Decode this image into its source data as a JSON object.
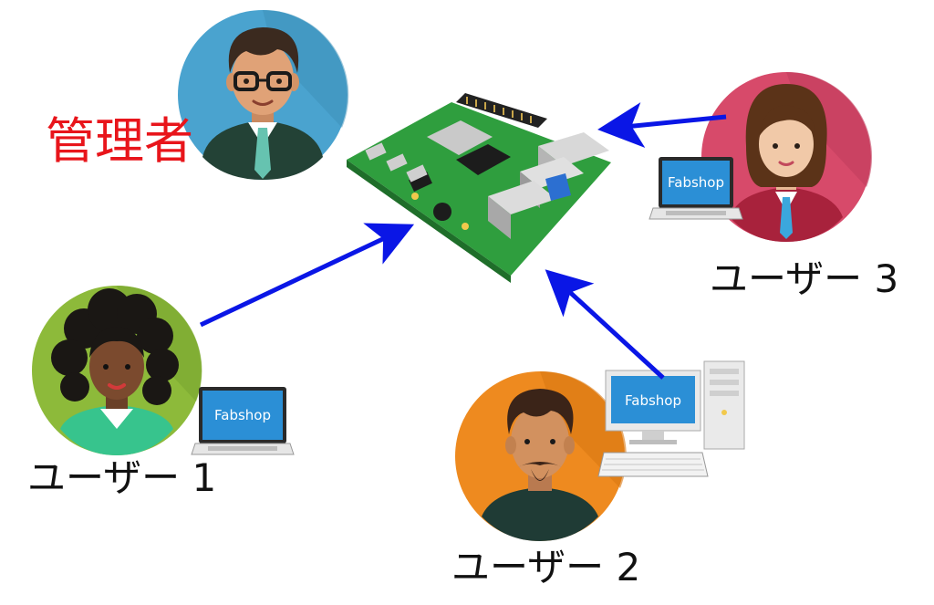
{
  "labels": {
    "admin": "管理者",
    "user1": "ユーザー 1",
    "user2": "ユーザー 2",
    "user3": "ユーザー 3"
  },
  "screens": {
    "user1_laptop": "Fabshop",
    "user2_monitor": "Fabshop",
    "user3_laptop": "Fabshop"
  },
  "icons": {
    "server": "raspberry-pi-board-icon",
    "admin": "admin-avatar-icon",
    "user1": "user1-avatar-icon",
    "user2": "user2-avatar-icon",
    "user3": "user3-avatar-icon"
  },
  "colors": {
    "arrow": "#0a16e6",
    "admin_label": "#e8151b",
    "admin_circle": "#4aa3cf",
    "user1_circle": "#8dba3a",
    "user2_circle": "#ee8a1f",
    "user3_circle": "#d74a6a",
    "board": "#2f9e3e"
  }
}
